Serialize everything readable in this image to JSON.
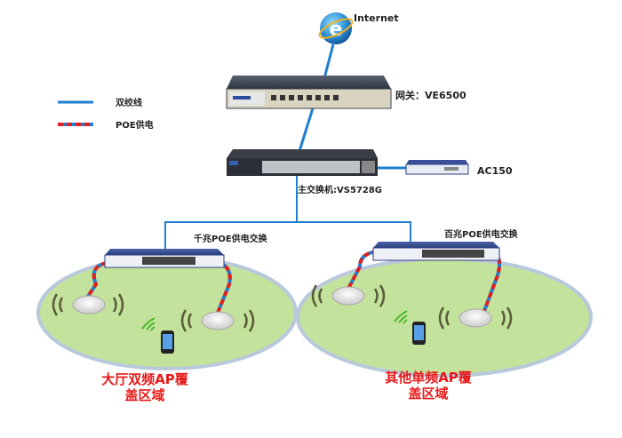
{
  "legend": {
    "twisted_pair": "双绞线",
    "poe": "POE供电"
  },
  "nodes": {
    "internet": "Internet",
    "gateway": "网关：VE6500",
    "core_switch": "主交换机:VS5728G",
    "ac": "AC150",
    "gig_poe_switch": "千兆POE供电交换",
    "fast_poe_switch": "百兆POE供电交换"
  },
  "areas": {
    "hall": {
      "line1": "大厅双频AP覆",
      "line2": "盖区域"
    },
    "other": {
      "line1": "其他单频AP覆",
      "line2": "盖区域"
    }
  },
  "colors": {
    "cable": "#1f7fd0",
    "poe": "#e02020",
    "area": "#c3e29b",
    "area_border": "#b9c9dc",
    "label": "#e81818"
  }
}
